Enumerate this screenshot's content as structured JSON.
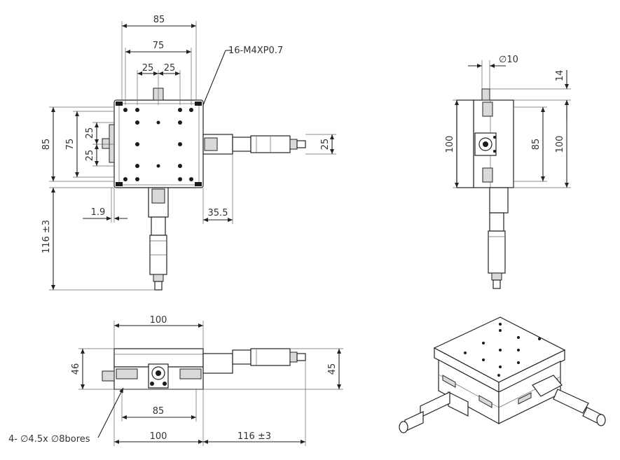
{
  "top_view": {
    "dim_85_width": "85",
    "dim_75_width": "75",
    "dim_25_left": "25",
    "dim_25_right": "25",
    "callout_threads": "16-M4XP0.7",
    "dim_85_height": "85",
    "dim_75_height": "75",
    "dim_25_upper": "25",
    "dim_25_lower": "25",
    "dim_25_micrometer": "25",
    "dim_1_9": "1.9",
    "dim_35_5": "35.5",
    "dim_116": "116 ±3"
  },
  "side_view": {
    "dim_dia_10": "∅10",
    "dim_14": "14",
    "dim_100_left": "100",
    "dim_85": "85",
    "dim_100_right": "100"
  },
  "front_view": {
    "dim_100_top": "100",
    "dim_46": "46",
    "dim_45": "45",
    "dim_85_bottom": "85",
    "dim_100_bottom": "100",
    "dim_116": "116 ±3",
    "callout_bores": "4- ∅4.5x ∅8bores"
  }
}
